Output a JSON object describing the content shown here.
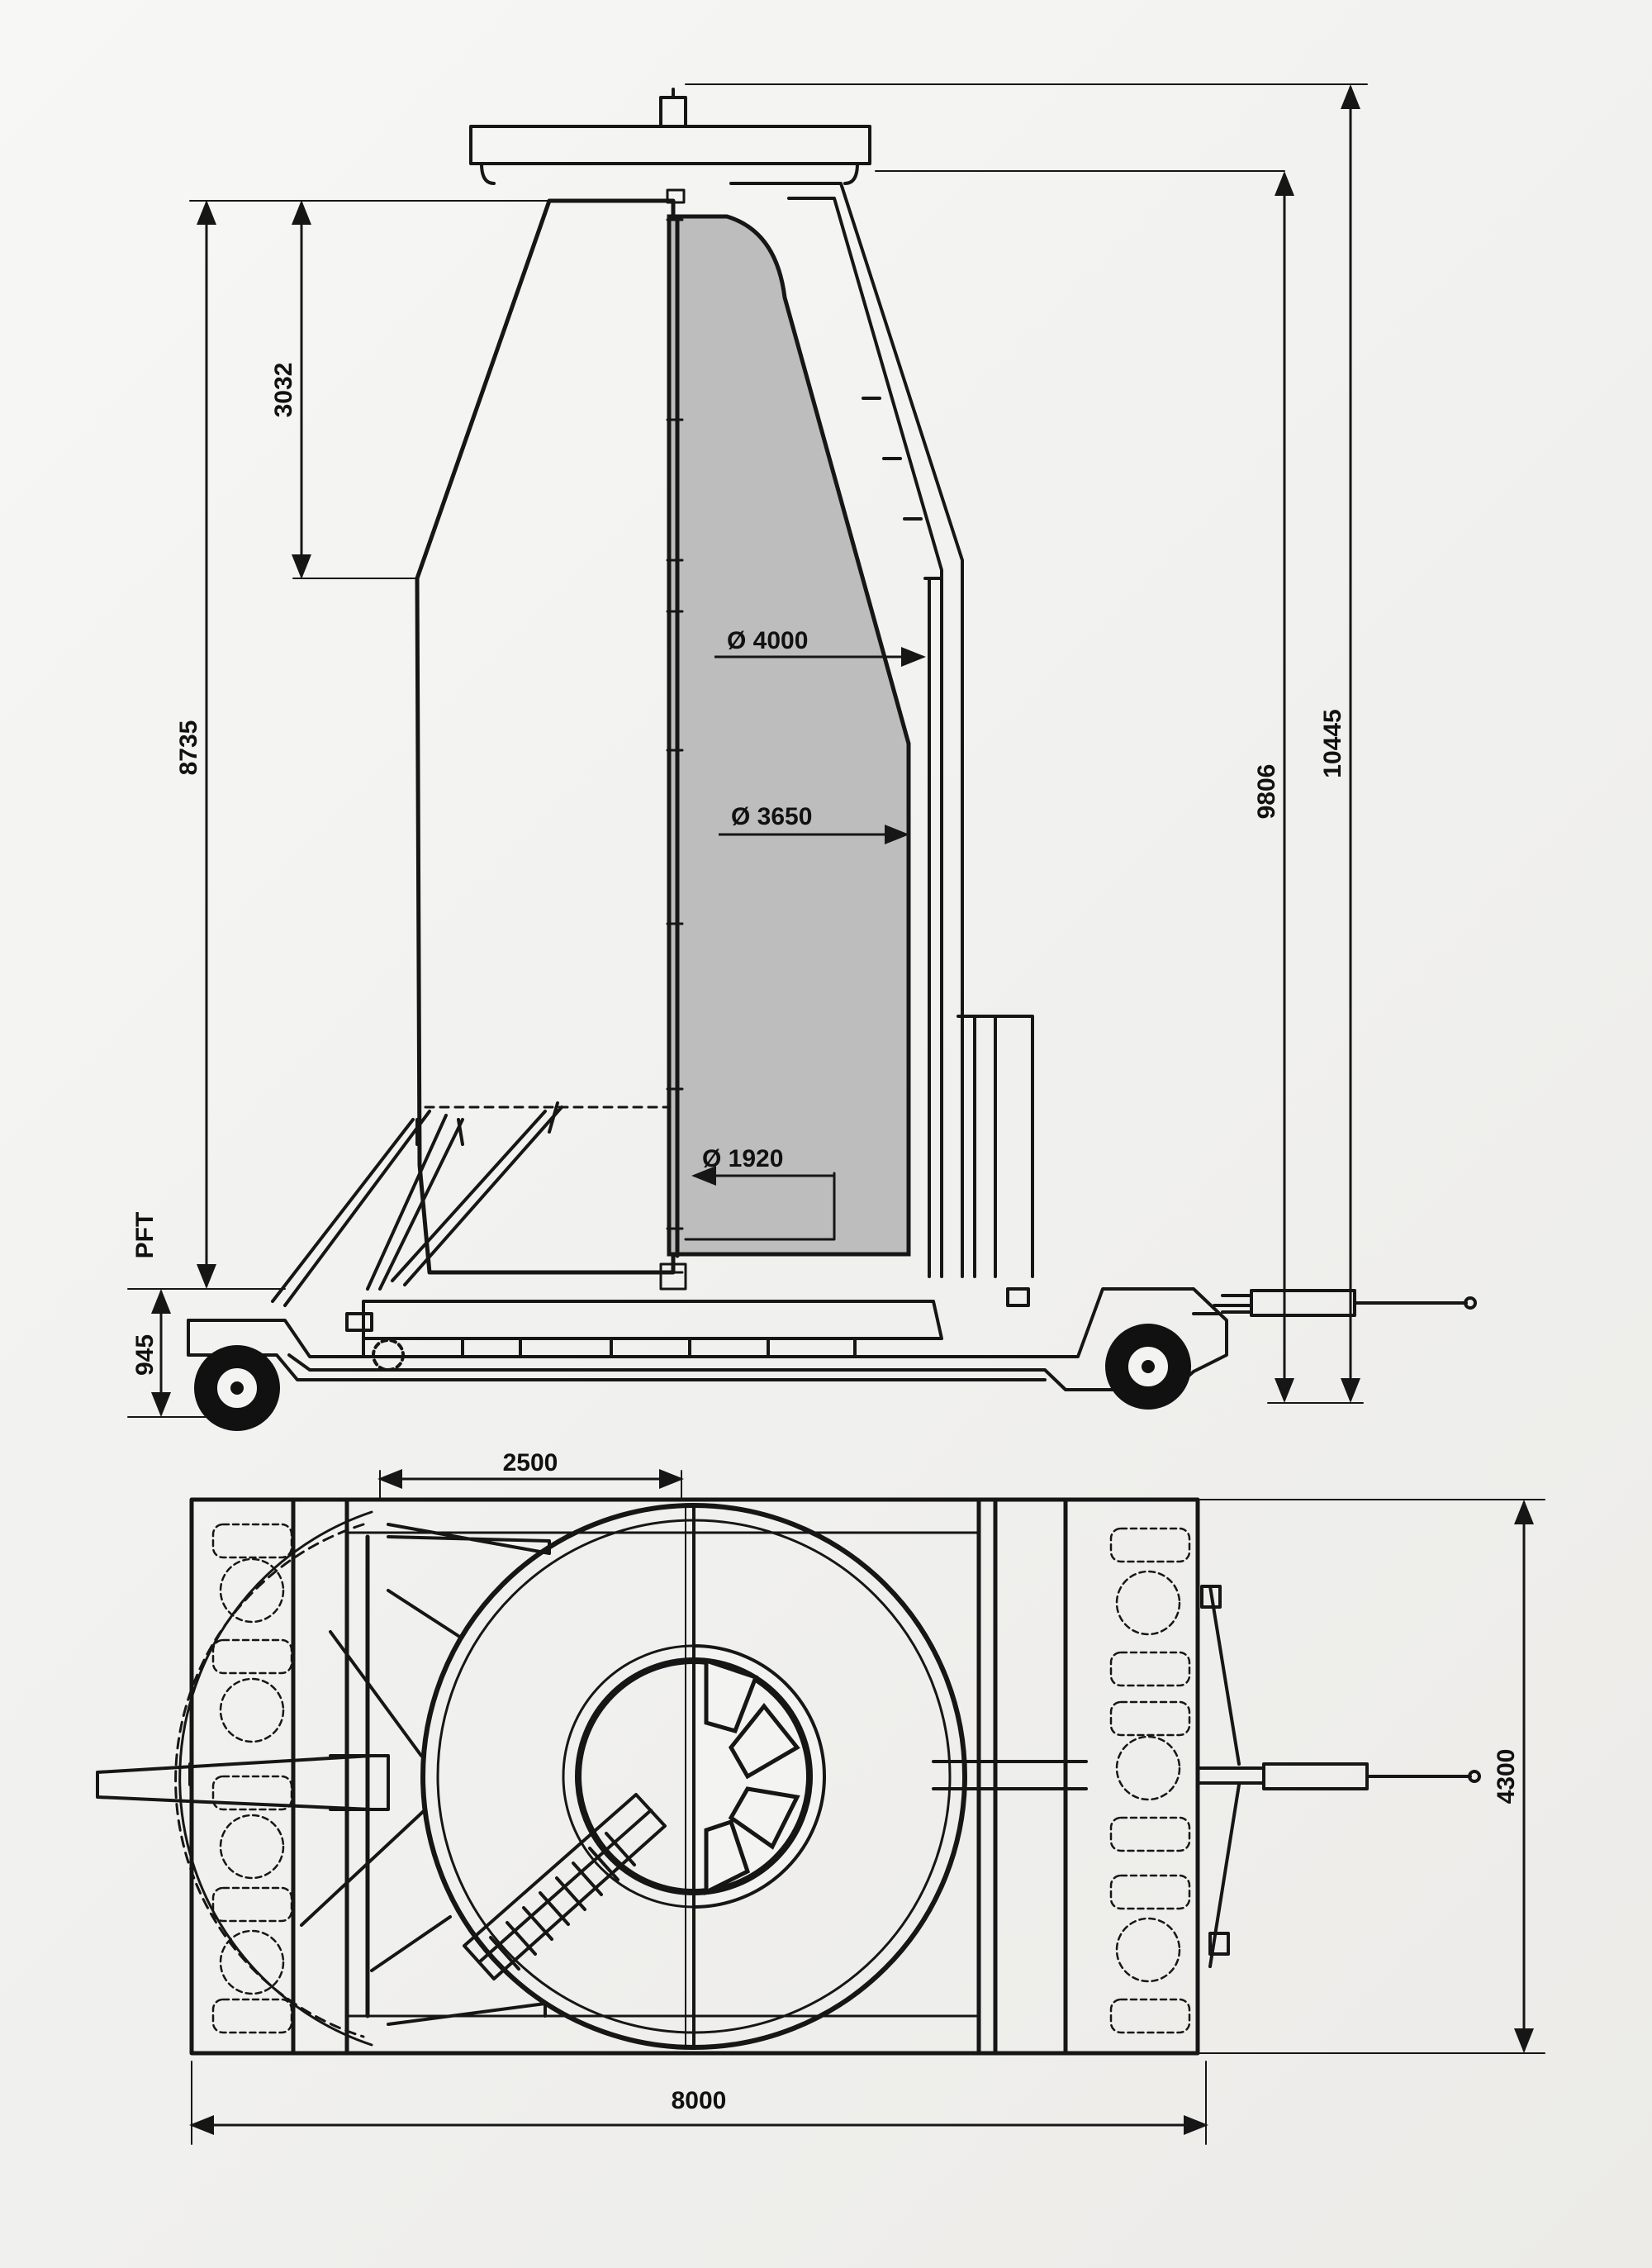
{
  "drawing": {
    "labels": {
      "pft": "PFT",
      "dim_945": "945",
      "dim_8735": "8735",
      "dim_3032": "3032",
      "dim_9806": "9806",
      "dim_10445": "10445",
      "dia_4000": "Ø 4000",
      "dia_3650": "Ø 3650",
      "dia_1920": "Ø 1920",
      "dim_2500": "2500",
      "dim_8000": "8000",
      "dim_4300": "4300"
    },
    "colors": {
      "line": "#161616",
      "fill_shaded": "#bdbdbd",
      "paper": "#f3f3f1"
    }
  }
}
